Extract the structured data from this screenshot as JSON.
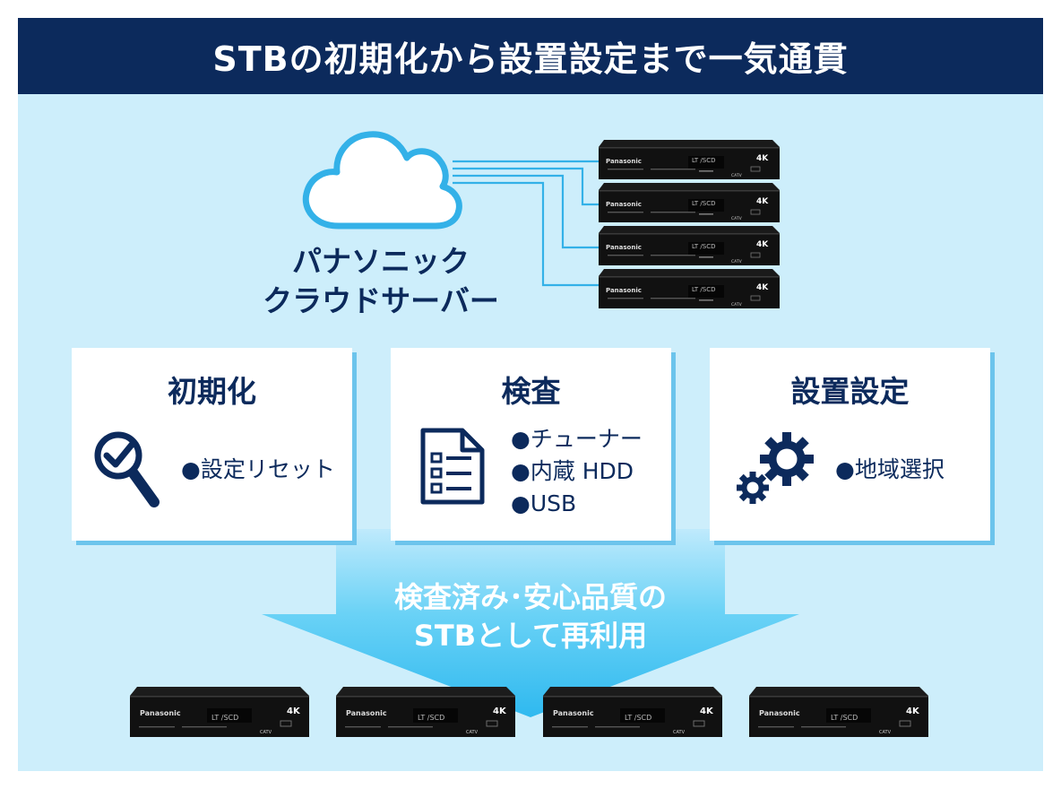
{
  "header": {
    "title": "STBの初期化から設置設定まで一気通貫"
  },
  "cloud": {
    "label_line1": "パナソニック",
    "label_line2": "クラウドサーバー"
  },
  "stb": {
    "brand": "Panasonic",
    "badge": "4K",
    "catv": "CATV",
    "display": "LT /SCD"
  },
  "cards": [
    {
      "title": "初期化",
      "items": [
        "●設定リセット"
      ]
    },
    {
      "title": "検査",
      "items": [
        "●チューナー",
        "●内蔵 HDD",
        "●USB"
      ]
    },
    {
      "title": "設置設定",
      "items": [
        "●地域選択"
      ]
    }
  ],
  "result": {
    "line1": "検査済み･安心品質の",
    "line2": "STBとして再利用"
  },
  "colors": {
    "navy": "#0c2a5c",
    "light_bg": "#cdeefb",
    "arrow": "#3ec3f2",
    "cloud_line": "#33b1e8"
  }
}
